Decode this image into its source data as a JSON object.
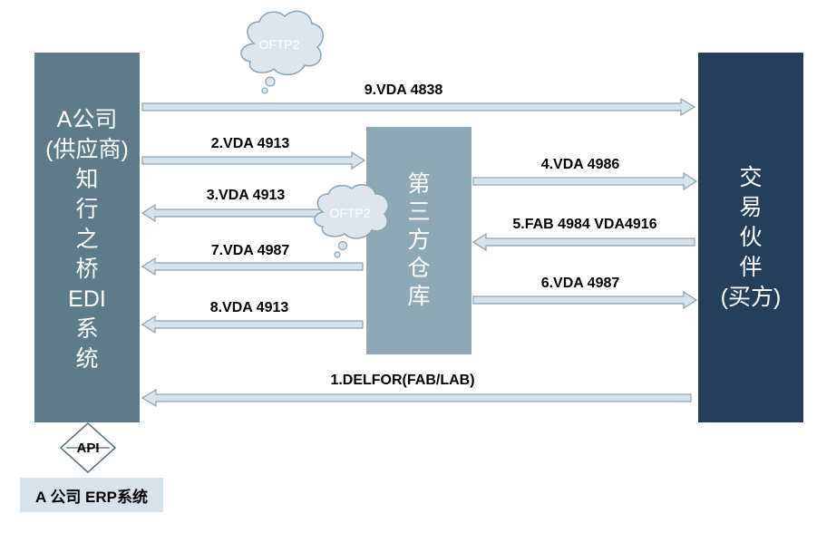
{
  "supplier": {
    "lines": [
      "A公司",
      "(供应商)",
      "知",
      "行",
      "之",
      "桥",
      "EDI",
      "系",
      "统"
    ]
  },
  "warehouse": {
    "lines": [
      "第",
      "三",
      "方",
      "仓",
      "库"
    ]
  },
  "partner": {
    "lines": [
      "交",
      "易",
      "伙",
      "伴",
      "(买方)"
    ]
  },
  "clouds": {
    "top": "OFTP2",
    "middle": "OFTP2"
  },
  "arrows": {
    "a9": "9.VDA 4838",
    "a2": "2.VDA 4913",
    "a3": "3.VDA 4913",
    "a7": "7.VDA 4987",
    "a8": "8.VDA 4913",
    "a4": "4.VDA 4986",
    "a5": "5.FAB 4984 VDA4916",
    "a6": "6.VDA 4987",
    "a1": "1.DELFOR(FAB/LAB)"
  },
  "api": {
    "label": "API"
  },
  "erp": {
    "label": "A 公司 ERP系统"
  },
  "colors": {
    "supplier": "#5e7b89",
    "warehouse": "#8fa8b5",
    "partner": "#233f5c",
    "arrow_fill": "#d6e3ea",
    "arrow_stroke": "#8aa3b2",
    "cloud_fill": "#dde6ee"
  }
}
